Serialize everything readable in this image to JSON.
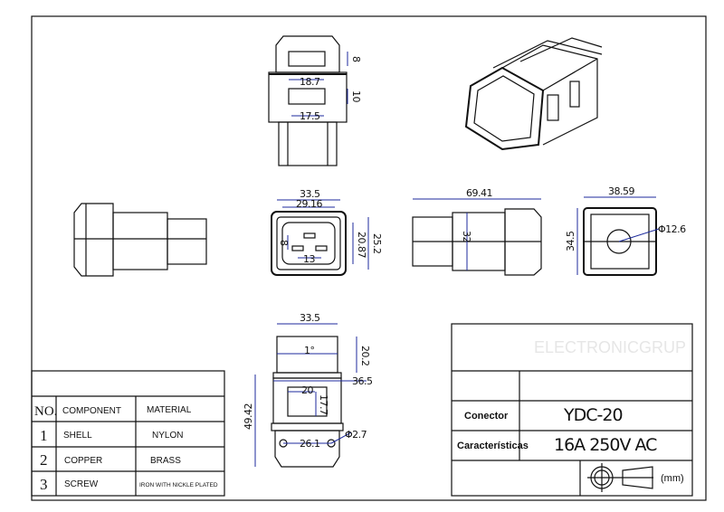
{
  "title_block": {
    "logo_watermark": "ELECTRONICGRUP",
    "connector_label": "Conector",
    "connector_value": "YDC-20",
    "characteristics_label": "Características",
    "characteristics_value": "16A 250V AC",
    "units": "(mm)"
  },
  "parts_table": {
    "headers": [
      "NO.",
      "COMPONENT",
      "MATERIAL"
    ],
    "rows": [
      {
        "no": "1",
        "component": "SHELL",
        "material": "NYLON"
      },
      {
        "no": "2",
        "component": "COPPER",
        "material": "BRASS"
      },
      {
        "no": "3",
        "component": "SCREW",
        "material": "IRON WITH NICKLE PLATED"
      }
    ]
  },
  "dimensions": {
    "top_view": {
      "window_width_upper": "18.7",
      "window_height_upper": "8",
      "window_width_lower": "17.5",
      "window_height_lower": "10"
    },
    "front_view": {
      "outer_width": "33.5",
      "inner_width": "29.16",
      "inner_height": "20.87",
      "outer_height": "25.2",
      "pin_offset": "8",
      "pin_spacing": "13"
    },
    "side_view": {
      "length": "69.41",
      "height": "32"
    },
    "end_view": {
      "width": "38.59",
      "height": "34.5",
      "hole_diameter": "Φ12.6"
    },
    "bottom_view": {
      "width": "33.5",
      "angle": "1°",
      "top_height": "20.2",
      "flange_width": "36.5",
      "window_width": "20",
      "window_height": "17.7",
      "total_height": "49.42",
      "hole_spacing": "26.1",
      "hole_diameter": "Φ2.7"
    }
  },
  "colors": {
    "dimension": "#1c2a9c",
    "line": "#111111"
  }
}
